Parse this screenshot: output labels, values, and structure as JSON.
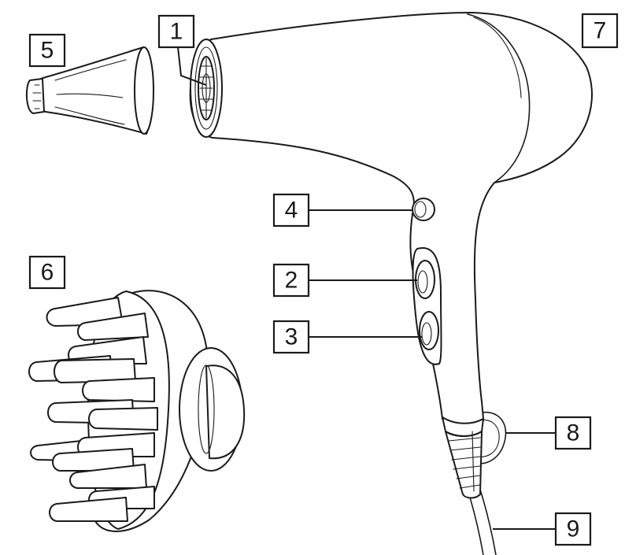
{
  "callouts": [
    {
      "id": "grille",
      "label": "1"
    },
    {
      "id": "heat-switch",
      "label": "2"
    },
    {
      "id": "speed-switch",
      "label": "3"
    },
    {
      "id": "cool-shot-button",
      "label": "4"
    },
    {
      "id": "concentrator-nozzle",
      "label": "5"
    },
    {
      "id": "diffuser",
      "label": "6"
    },
    {
      "id": "dryer-body",
      "label": "7"
    },
    {
      "id": "hanging-loop",
      "label": "8"
    },
    {
      "id": "power-cord",
      "label": "9"
    }
  ]
}
